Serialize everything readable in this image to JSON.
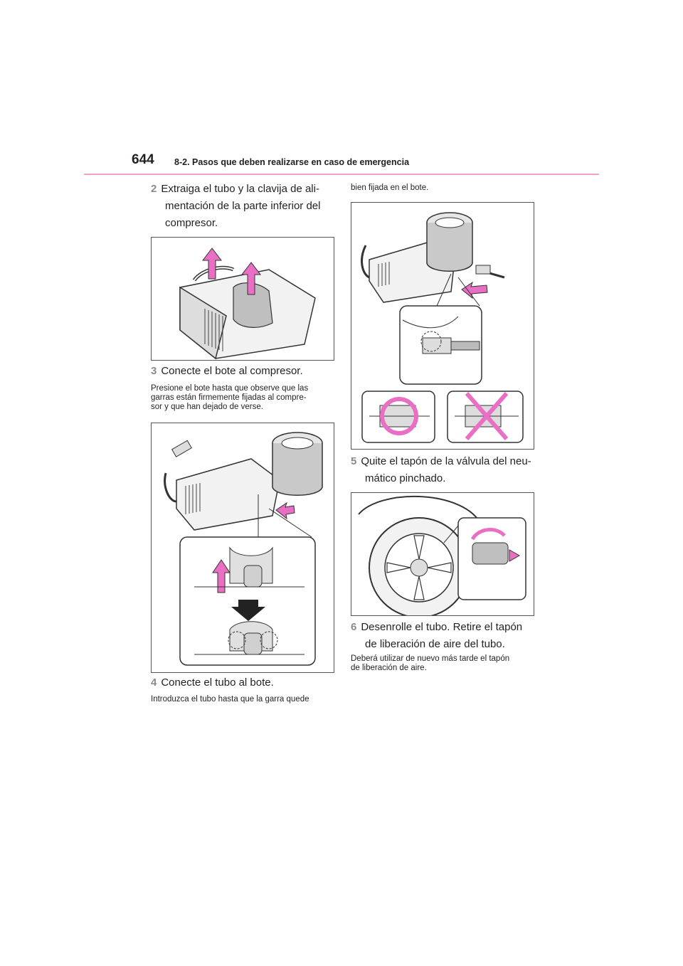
{
  "header": {
    "page_number": "644",
    "section": "8-2. Pasos que deben realizarse en caso de emergencia"
  },
  "steps": [
    {
      "num": "2",
      "lines": [
        "Extraiga el tubo y la clavija de ali-",
        "mentación de la parte inferior del",
        "compresor."
      ]
    },
    {
      "num": "3",
      "text": "Conecte el bote al compresor.",
      "note_lines": [
        "Presione el bote hasta que observe que las",
        "garras están firmemente fijadas al compre-",
        "sor y que han dejado de verse."
      ]
    },
    {
      "num": "4",
      "text": "Conecte el tubo al bote.",
      "note_lines": [
        "Introduzca el tubo hasta que la garra quede",
        "bien fijada en el bote."
      ]
    },
    {
      "num": "5",
      "lines": [
        "Quite el tapón de la válvula del neu-",
        "mático pinchado."
      ]
    },
    {
      "num": "6",
      "lines": [
        "Desenrolle el tubo. Retire el tapón",
        "de liberación de aire del tubo."
      ],
      "note_lines": [
        "Deberá utilizar de nuevo más tarde el tapón",
        "de liberación de aire."
      ]
    }
  ],
  "colors": {
    "accent_pink": "#e96fc4",
    "rule_pink": "#f3a1d3",
    "step_number_gray": "#8a8a8a"
  }
}
